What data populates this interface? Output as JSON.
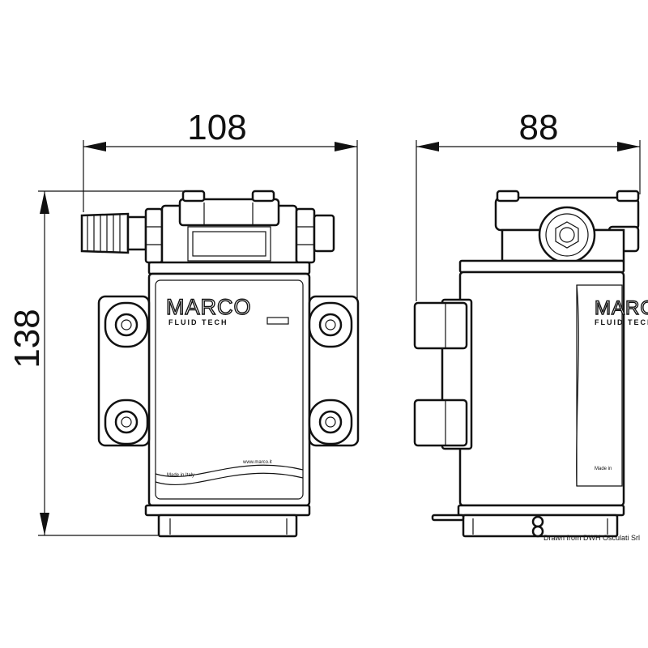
{
  "dimensions": {
    "front_width": "108",
    "side_width": "88",
    "height": "138"
  },
  "label": {
    "brand": "MARCO",
    "brand_sub": "FLUID TECH",
    "made_in": "Made in Italy",
    "web": "www.marco.it",
    "made_in_side": "Made in",
    "credit": "Drawn from DWH Osculati Srl"
  }
}
